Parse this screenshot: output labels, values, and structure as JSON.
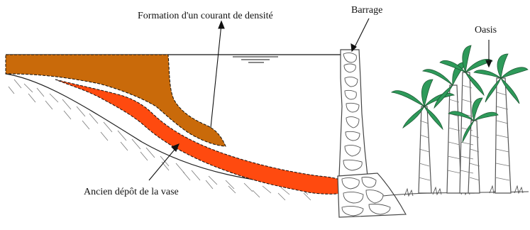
{
  "labels": {
    "density_current": "Formation d'un courant de densité",
    "dam": "Barrage",
    "oasis": "Oasis",
    "old_silt": "Ancien dépôt de la vase"
  },
  "colors": {
    "current_fill": "#c96a0a",
    "silt_fill": "#ff4a0f",
    "outline": "#111111",
    "stone": "#6b6b6b",
    "palm_leaf": "#2e9a5a",
    "background": "#ffffff"
  },
  "icons": {
    "dam": "stone-dam-icon",
    "palm": "palm-tree-icon",
    "water_surface": "water-level-icon"
  }
}
